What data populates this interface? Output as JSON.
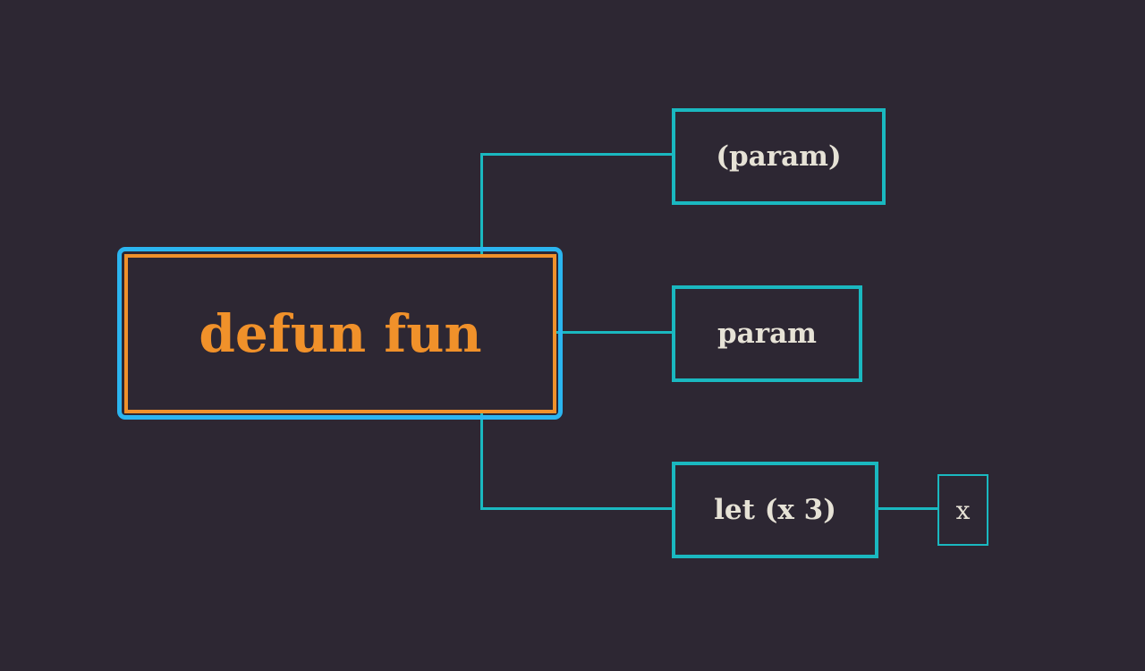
{
  "colors": {
    "background": "#2d2733",
    "connector": "#1ab8c0",
    "root_text": "#f0912a",
    "selection": "#2bb5f0",
    "node_text": "#e6e2d6"
  },
  "root": {
    "label": "defun fun"
  },
  "children": [
    {
      "label": "(param)"
    },
    {
      "label": "param"
    },
    {
      "label": "let (x 3)",
      "children": [
        {
          "label": "x"
        }
      ]
    }
  ]
}
